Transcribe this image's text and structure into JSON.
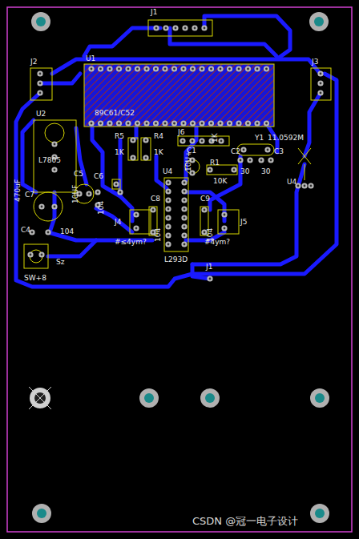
{
  "diagram": {
    "labels": [
      "J1",
      "J2",
      "U1",
      "J3",
      "89C61/C52",
      "U2",
      "J6",
      "R5",
      "R4",
      "C1",
      "1K",
      "1K",
      "1K",
      "C2",
      "Y1",
      "11.0592M",
      "C3",
      "L7805",
      "R1",
      "10K",
      "30",
      "30",
      "U4",
      "U4",
      "C5",
      "C6",
      "C7",
      "470uF",
      "10UF",
      "104",
      "C4",
      "104",
      "C8",
      "C9",
      "J4",
      "J5",
      "#≤4ym?",
      "#4ym?",
      "104",
      "104",
      "L293D",
      "Sz",
      "SW+8",
      "J1",
      "10U+",
      "CSDN @冠一电子设计"
    ]
  }
}
